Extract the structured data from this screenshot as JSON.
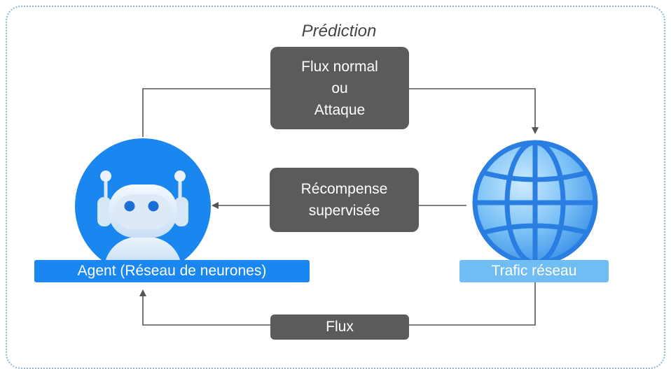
{
  "title": "Prédiction",
  "prediction_box": {
    "lines": [
      "Flux normal",
      "ou",
      "Attaque"
    ]
  },
  "reward_box": {
    "lines": [
      "Récompense",
      "supervisée"
    ]
  },
  "flow_box": {
    "label": "Flux"
  },
  "agent": {
    "label": "Agent (Réseau de neurones)",
    "icon": "robot-icon",
    "color": "#1a86f0"
  },
  "environment": {
    "label": "Trafic réseau",
    "icon": "globe-icon",
    "color": "#70bdf4"
  },
  "colors": {
    "box": "#5b5b5b",
    "connector": "#555555",
    "frame": "#8fb8cc"
  }
}
